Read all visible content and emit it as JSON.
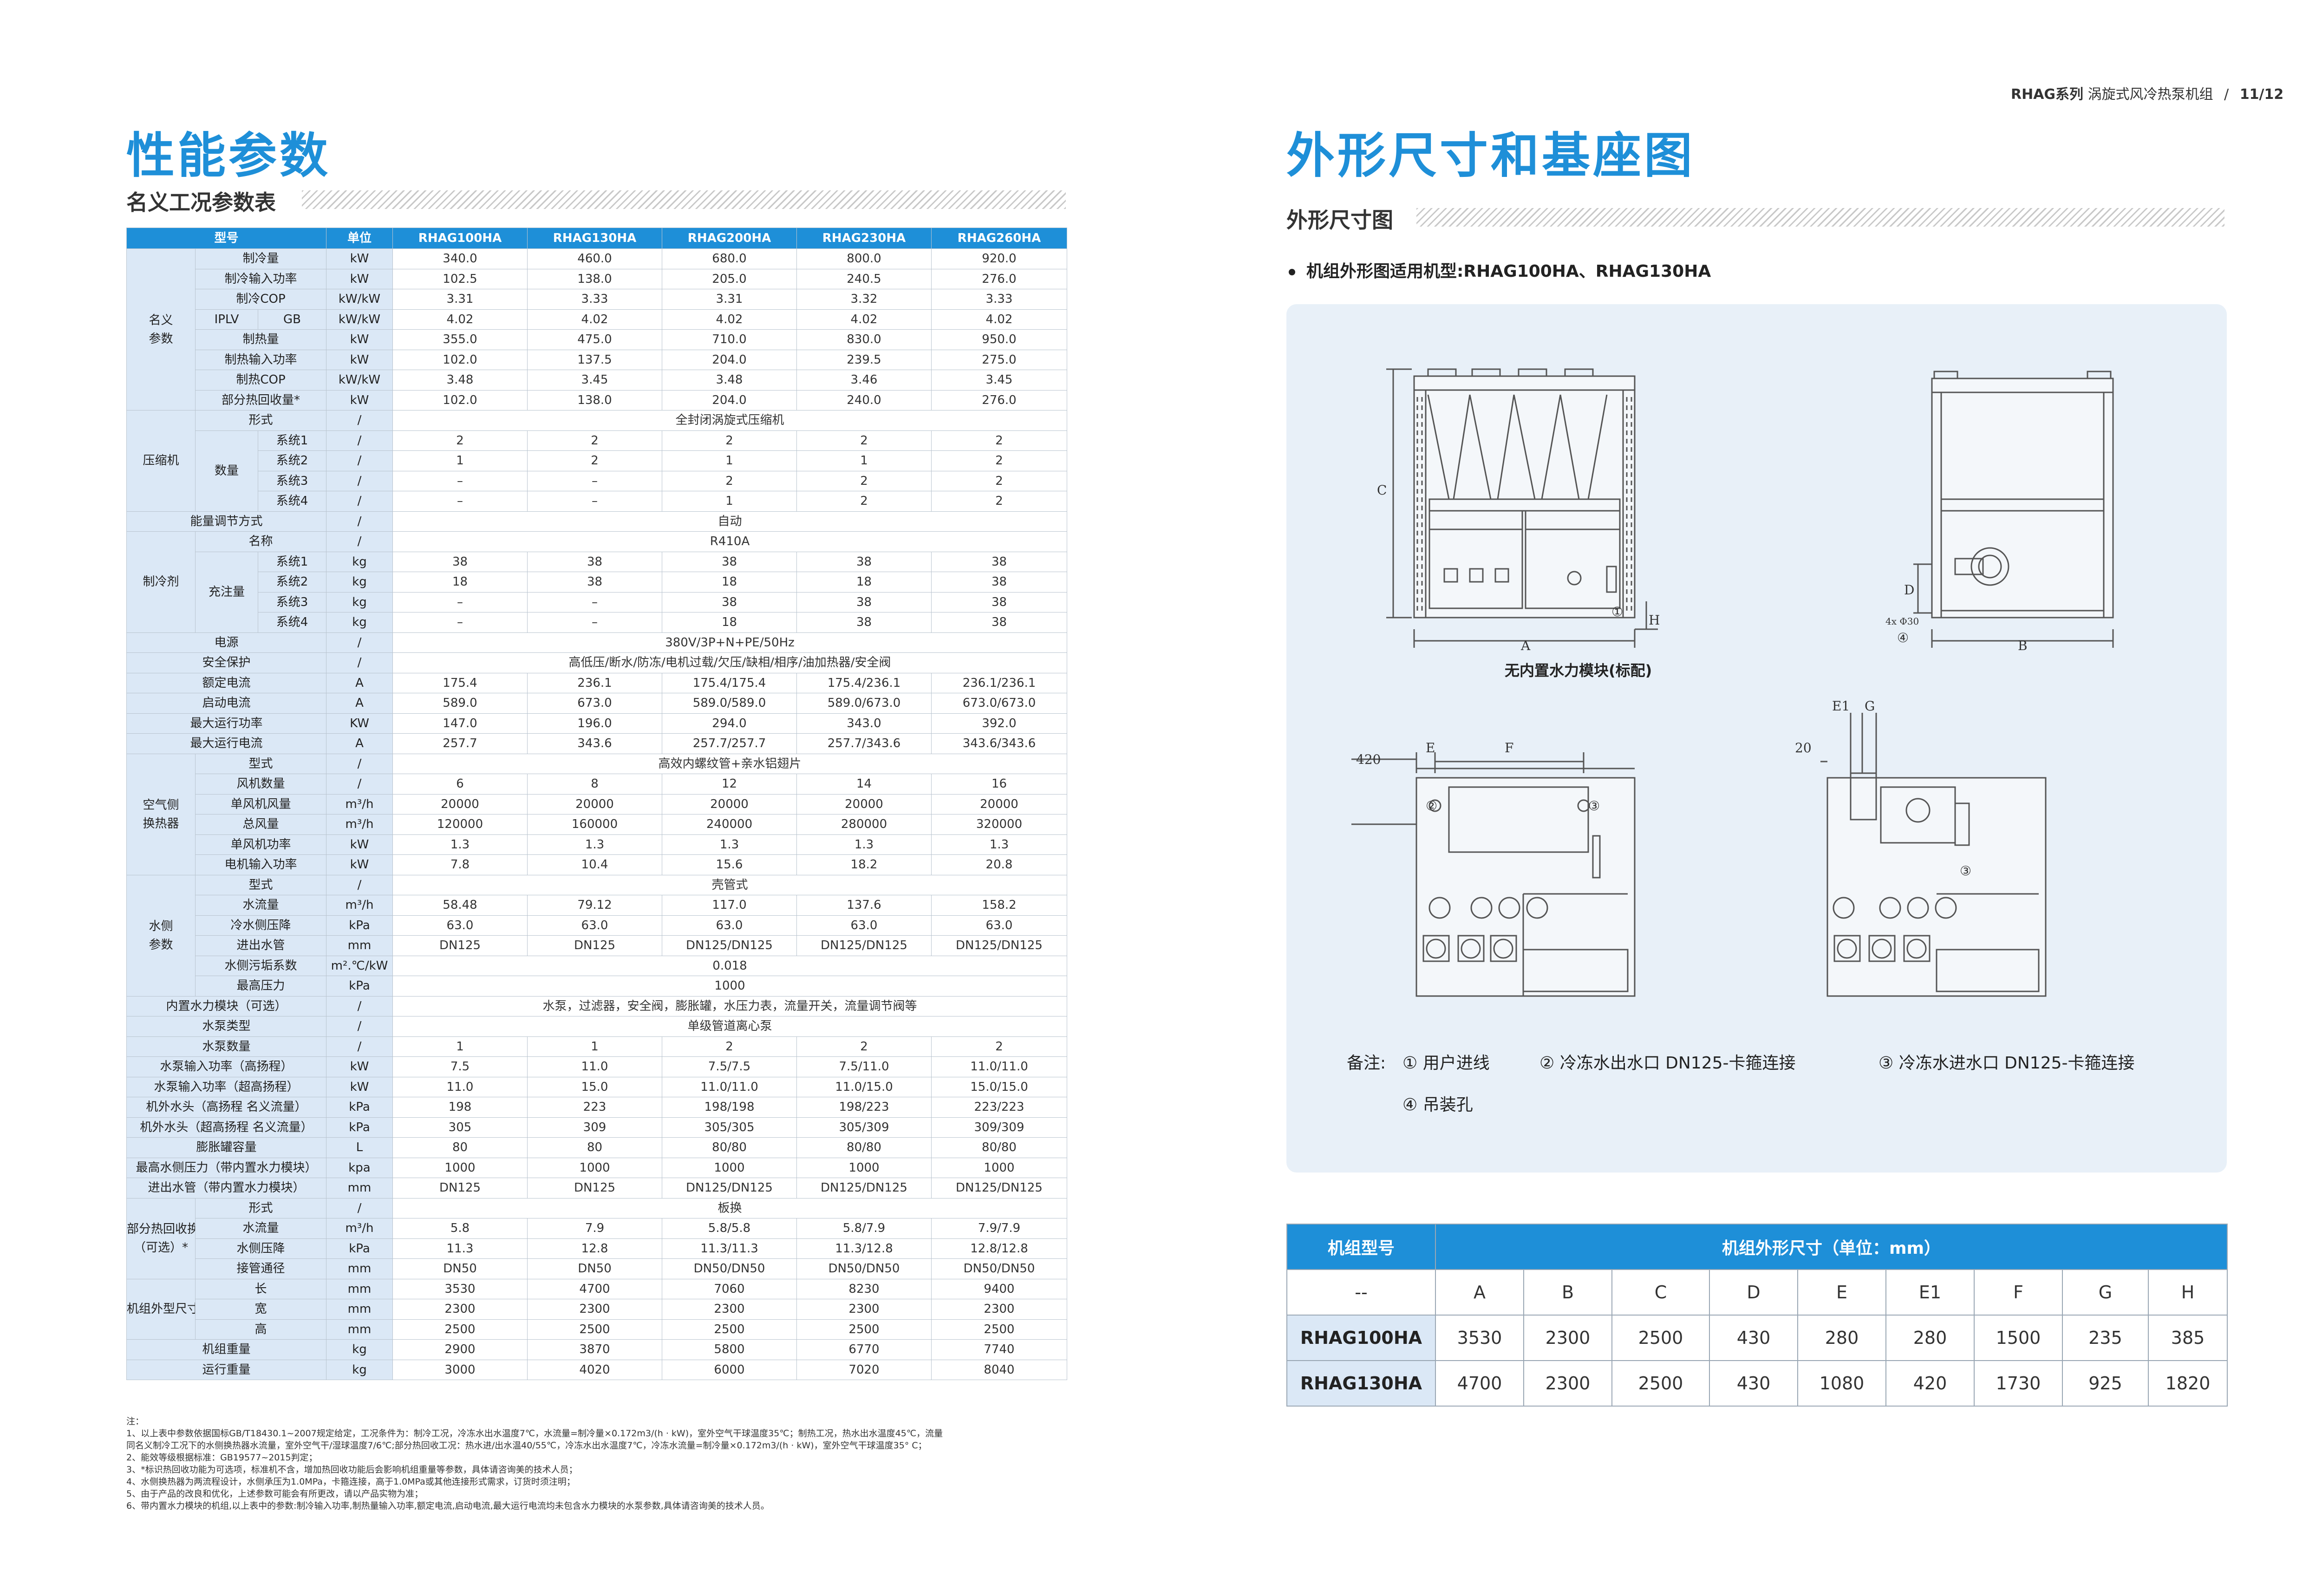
{
  "header": {
    "series": "RHAG系列",
    "subtitle": "涡旋式风冷热泵机组",
    "sep": "/",
    "page": "11/12"
  },
  "left": {
    "title": "性能参数",
    "subtitle": "名义工况参数表",
    "columns": [
      "型号",
      "单位",
      "RHAG100HA",
      "RHAG130HA",
      "RHAG200HA",
      "RHAG230HA",
      "RHAG260HA"
    ],
    "rows": [
      {
        "g": "名义\n参数",
        "gs": 8,
        "sub": null,
        "name": "制冷量",
        "unit": "kW",
        "v": [
          "340.0",
          "460.0",
          "680.0",
          "800.0",
          "920.0"
        ]
      },
      {
        "name": "制冷输入功率",
        "unit": "kW",
        "v": [
          "102.5",
          "138.0",
          "205.0",
          "240.5",
          "276.0"
        ]
      },
      {
        "name": "制冷COP",
        "unit": "kW/kW",
        "v": [
          "3.31",
          "3.33",
          "3.31",
          "3.32",
          "3.33"
        ]
      },
      {
        "split": [
          "IPLV",
          "GB"
        ],
        "unit": "kW/kW",
        "v": [
          "4.02",
          "4.02",
          "4.02",
          "4.02",
          "4.02"
        ]
      },
      {
        "name": "制热量",
        "unit": "kW",
        "v": [
          "355.0",
          "475.0",
          "710.0",
          "830.0",
          "950.0"
        ]
      },
      {
        "name": "制热输入功率",
        "unit": "kW",
        "v": [
          "102.0",
          "137.5",
          "204.0",
          "239.5",
          "275.0"
        ]
      },
      {
        "name": "制热COP",
        "unit": "kW/kW",
        "v": [
          "3.48",
          "3.45",
          "3.48",
          "3.46",
          "3.45"
        ]
      },
      {
        "name": "部分热回收量*",
        "unit": "kW",
        "v": [
          "102.0",
          "138.0",
          "204.0",
          "240.0",
          "276.0"
        ]
      },
      {
        "g": "压缩机",
        "gs": 5,
        "name2": "形式",
        "unit": "/",
        "m": "全封闭涡旋式压缩机"
      },
      {
        "sub": "数量",
        "ss": 4,
        "name": "系统1",
        "unit": "/",
        "v": [
          "2",
          "2",
          "2",
          "2",
          "2"
        ]
      },
      {
        "name": "系统2",
        "unit": "/",
        "v": [
          "1",
          "2",
          "1",
          "1",
          "2"
        ]
      },
      {
        "name": "系统3",
        "unit": "/",
        "v": [
          "–",
          "–",
          "2",
          "2",
          "2"
        ]
      },
      {
        "name": "系统4",
        "unit": "/",
        "v": [
          "–",
          "–",
          "1",
          "2",
          "2"
        ]
      },
      {
        "full": "能量调节方式",
        "unit": "/",
        "m": "自动"
      },
      {
        "g": "制冷剂",
        "gs": 5,
        "name2": "名称",
        "unit": "/",
        "m": "R410A"
      },
      {
        "sub": "充注量",
        "ss": 4,
        "name": "系统1",
        "unit": "kg",
        "v": [
          "38",
          "38",
          "38",
          "38",
          "38"
        ]
      },
      {
        "name": "系统2",
        "unit": "kg",
        "v": [
          "18",
          "38",
          "18",
          "18",
          "38"
        ]
      },
      {
        "name": "系统3",
        "unit": "kg",
        "v": [
          "–",
          "–",
          "38",
          "38",
          "38"
        ]
      },
      {
        "name": "系统4",
        "unit": "kg",
        "v": [
          "–",
          "–",
          "18",
          "38",
          "38"
        ]
      },
      {
        "full": "电源",
        "unit": "/",
        "m": "380V/3P+N+PE/50Hz"
      },
      {
        "full": "安全保护",
        "unit": "/",
        "m": "高低压/断水/防冻/电机过载/欠压/缺相/相序/油加热器/安全阀"
      },
      {
        "full": "额定电流",
        "unit": "A",
        "v": [
          "175.4",
          "236.1",
          "175.4/175.4",
          "175.4/236.1",
          "236.1/236.1"
        ]
      },
      {
        "full": "启动电流",
        "unit": "A",
        "v": [
          "589.0",
          "673.0",
          "589.0/589.0",
          "589.0/673.0",
          "673.0/673.0"
        ]
      },
      {
        "full": "最大运行功率",
        "unit": "KW",
        "v": [
          "147.0",
          "196.0",
          "294.0",
          "343.0",
          "392.0"
        ]
      },
      {
        "full": "最大运行电流",
        "unit": "A",
        "v": [
          "257.7",
          "343.6",
          "257.7/257.7",
          "257.7/343.6",
          "343.6/343.6"
        ]
      },
      {
        "g": "空气侧\n换热器",
        "gs": 6,
        "name2": "型式",
        "unit": "/",
        "m": "高效内螺纹管+亲水铝翅片"
      },
      {
        "name2": "风机数量",
        "unit": "/",
        "v": [
          "6",
          "8",
          "12",
          "14",
          "16"
        ]
      },
      {
        "name2": "单风机风量",
        "unit": "m³/h",
        "v": [
          "20000",
          "20000",
          "20000",
          "20000",
          "20000"
        ]
      },
      {
        "name2": "总风量",
        "unit": "m³/h",
        "v": [
          "120000",
          "160000",
          "240000",
          "280000",
          "320000"
        ]
      },
      {
        "name2": "单风机功率",
        "unit": "kW",
        "v": [
          "1.3",
          "1.3",
          "1.3",
          "1.3",
          "1.3"
        ]
      },
      {
        "name2": "电机输入功率",
        "unit": "kW",
        "v": [
          "7.8",
          "10.4",
          "15.6",
          "18.2",
          "20.8"
        ]
      },
      {
        "g": "水侧\n参数",
        "gs": 6,
        "name2": "型式",
        "unit": "/",
        "m": "壳管式"
      },
      {
        "name2": "水流量",
        "unit": "m³/h",
        "v": [
          "58.48",
          "79.12",
          "117.0",
          "137.6",
          "158.2"
        ]
      },
      {
        "name2": "冷水侧压降",
        "unit": "kPa",
        "v": [
          "63.0",
          "63.0",
          "63.0",
          "63.0",
          "63.0"
        ]
      },
      {
        "name2": "进出水管",
        "unit": "mm",
        "v": [
          "DN125",
          "DN125",
          "DN125/DN125",
          "DN125/DN125",
          "DN125/DN125"
        ]
      },
      {
        "name2": "水侧污垢系数",
        "unit": "m².℃/kW",
        "m": "0.018"
      },
      {
        "name2": "最高压力",
        "unit": "kPa",
        "m": "1000"
      },
      {
        "full": "内置水力模块（可选）",
        "unit": "/",
        "m": "水泵，过滤器，安全阀，膨胀罐，水压力表，流量开关，流量调节阀等"
      },
      {
        "full": "水泵类型",
        "unit": "/",
        "m": "单级管道离心泵"
      },
      {
        "full": "水泵数量",
        "unit": "/",
        "v": [
          "1",
          "1",
          "2",
          "2",
          "2"
        ]
      },
      {
        "full": "水泵输入功率（高扬程）",
        "unit": "kW",
        "v": [
          "7.5",
          "11.0",
          "7.5/7.5",
          "7.5/11.0",
          "11.0/11.0"
        ]
      },
      {
        "full": "水泵输入功率（超高扬程）",
        "unit": "kW",
        "v": [
          "11.0",
          "15.0",
          "11.0/11.0",
          "11.0/15.0",
          "15.0/15.0"
        ]
      },
      {
        "full": "机外水头（高扬程 名义流量）",
        "unit": "kPa",
        "v": [
          "198",
          "223",
          "198/198",
          "198/223",
          "223/223"
        ]
      },
      {
        "full": "机外水头（超高扬程 名义流量）",
        "unit": "kPa",
        "v": [
          "305",
          "309",
          "305/305",
          "305/309",
          "309/309"
        ]
      },
      {
        "full": "膨胀罐容量",
        "unit": "L",
        "v": [
          "80",
          "80",
          "80/80",
          "80/80",
          "80/80"
        ]
      },
      {
        "full": "最高水侧压力（带内置水力模块）",
        "unit": "kpa",
        "v": [
          "1000",
          "1000",
          "1000",
          "1000",
          "1000"
        ]
      },
      {
        "full": "进出水管（带内置水力模块）",
        "unit": "mm",
        "v": [
          "DN125",
          "DN125",
          "DN125/DN125",
          "DN125/DN125",
          "DN125/DN125"
        ]
      },
      {
        "g": "部分热回收换热器\n（可选）*",
        "gs": 4,
        "name2": "形式",
        "unit": "/",
        "m": "板换"
      },
      {
        "name2": "水流量",
        "unit": "m³/h",
        "v": [
          "5.8",
          "7.9",
          "5.8/5.8",
          "5.8/7.9",
          "7.9/7.9"
        ]
      },
      {
        "name2": "水侧压降",
        "unit": "kPa",
        "v": [
          "11.3",
          "12.8",
          "11.3/11.3",
          "11.3/12.8",
          "12.8/12.8"
        ]
      },
      {
        "name2": "接管通径",
        "unit": "mm",
        "v": [
          "DN50",
          "DN50",
          "DN50/DN50",
          "DN50/DN50",
          "DN50/DN50"
        ]
      },
      {
        "g": "机组外型尺寸",
        "gs": 3,
        "name2": "长",
        "unit": "mm",
        "v": [
          "3530",
          "4700",
          "7060",
          "8230",
          "9400"
        ]
      },
      {
        "name2": "宽",
        "unit": "mm",
        "v": [
          "2300",
          "2300",
          "2300",
          "2300",
          "2300"
        ]
      },
      {
        "name2": "高",
        "unit": "mm",
        "v": [
          "2500",
          "2500",
          "2500",
          "2500",
          "2500"
        ]
      },
      {
        "full": "机组重量",
        "unit": "kg",
        "v": [
          "2900",
          "3870",
          "5800",
          "6770",
          "7740"
        ]
      },
      {
        "full": "运行重量",
        "unit": "kg",
        "v": [
          "3000",
          "4020",
          "6000",
          "7020",
          "8040"
        ]
      }
    ],
    "footnotes": [
      "注：",
      "1、以上表中参数依据国标GB/T18430.1~2007规定给定，工况条件为：制冷工况，冷冻水出水温度7℃，水流量=制冷量×0.172m3/(h · kW)，室外空气干球温度35℃；制热工况，热水出水温度45℃，流量",
      "同名义制冷工况下的水侧换热器水流量，室外空气干/湿球温度7/6℃;部分热回收工况：热水进/出水温40/55℃，冷冻水出水温度7℃，冷冻水流量=制冷量×0.172m3/(h · kW)，室外空气干球温度35°  C；",
      "2、能效等级根据标准：GB19577~2015判定；",
      "3、*标识热回收功能为可选项，标准机不含，增加热回收功能后会影响机组重量等参数，具体请咨询美的技术人员；",
      "4、水侧换热器为两流程设计，水侧承压为1.0MPa，卡箍连接，高于1.0MPa或其他连接形式需求，订货时须注明；",
      "5、由于产品的改良和优化，上述参数可能会有所更改，请以产品实物为准；",
      "6、带内置水力模块的机组,以上表中的参数:制冷输入功率,制热量输入功率,额定电流,启动电流,最大运行电流均未包含水力模块的水泵参数,具体请咨询美的技术人员。"
    ]
  },
  "right": {
    "title": "外形尺寸和基座图",
    "subtitle": "外形尺寸图",
    "applicable": "机组外形图适用机型:RHAG100HA、RHAG130HA",
    "diagram_caption": "无内置水力模块(标配)",
    "dim_labels": {
      "A": "A",
      "B": "B",
      "C": "C",
      "D": "D",
      "E": "E",
      "E1": "E1",
      "F": "F",
      "G": "G",
      "H": "H",
      "d420": "420",
      "d20": "20",
      "holes": "4x Φ30",
      "c1": "①",
      "c2": "②",
      "c3": "③",
      "c4": "④"
    },
    "notes_label": "备注:",
    "notes": [
      "① 用户进线",
      "② 冷冻水出水口 DN125-卡箍连接",
      "③ 冷冻水进水口 DN125-卡箍连接",
      "④ 吊装孔"
    ],
    "dim_table": {
      "col1": "机组型号",
      "header": "机组外形尺寸（单位：mm）",
      "cols": [
        "--",
        "A",
        "B",
        "C",
        "D",
        "E",
        "E1",
        "F",
        "G",
        "H"
      ],
      "rows": [
        [
          "RHAG100HA",
          "3530",
          "2300",
          "2500",
          "430",
          "280",
          "280",
          "1500",
          "235",
          "385"
        ],
        [
          "RHAG130HA",
          "4700",
          "2300",
          "2500",
          "430",
          "1080",
          "420",
          "1730",
          "925",
          "1820"
        ]
      ]
    }
  }
}
